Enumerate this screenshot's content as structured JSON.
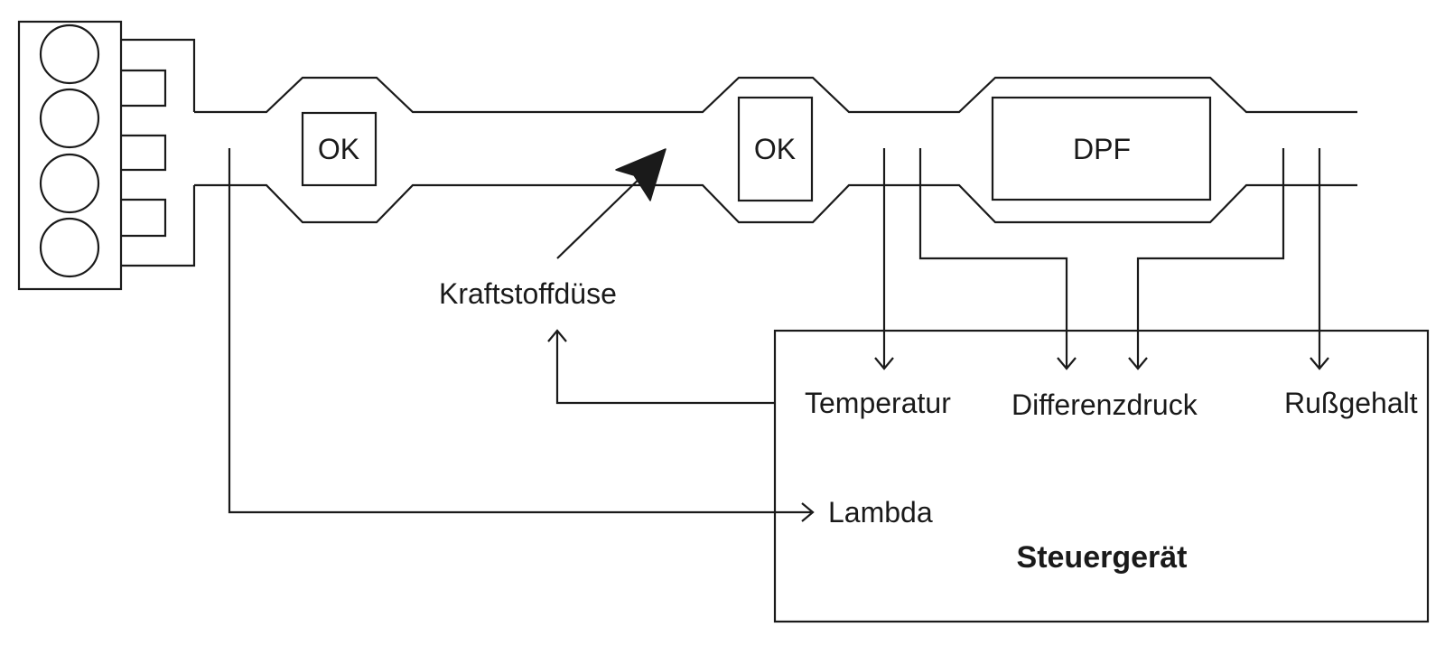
{
  "diagram": {
    "components": {
      "catalyst_1": "OK",
      "catalyst_2": "OK",
      "particulate_filter": "DPF"
    },
    "injector_label": "Kraftstoffdüse",
    "control_unit": {
      "title": "Steuergerät",
      "inputs": {
        "temperature": "Temperatur",
        "differential_pressure": "Differenzdruck",
        "soot_content": "Rußgehalt",
        "lambda": "Lambda"
      }
    }
  }
}
